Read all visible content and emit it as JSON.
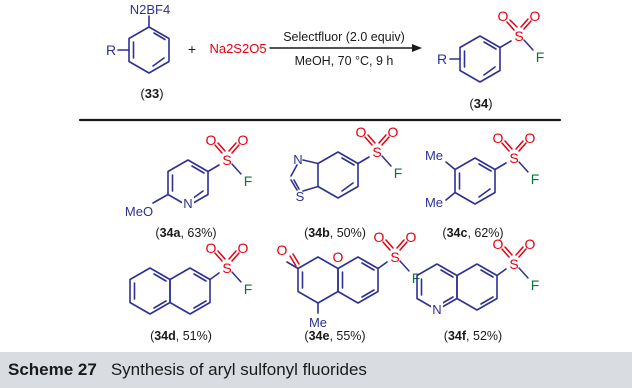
{
  "colors": {
    "bond": "#2e3192",
    "oxygen": "#e60012",
    "fluorine": "#007a3d",
    "text": "#1a1a1a",
    "caption_bg": "#d9dde1"
  },
  "reaction": {
    "reactant_group": "N2BF4",
    "reactant_r": "R",
    "reactant_label": "33",
    "plus": "+",
    "reagent": "Na2S2O5",
    "condition_top": "Selectfluor (2.0 equiv)",
    "condition_bottom": "MeOH, 70 °C, 9 h",
    "product_r": "R",
    "product_label": "34"
  },
  "products": [
    {
      "id": "34a",
      "yield": "63%",
      "substituent": "MeO",
      "hetero": "N"
    },
    {
      "id": "34b",
      "yield": "50%",
      "hetero_n": "N",
      "hetero_s": "S"
    },
    {
      "id": "34c",
      "yield": "62%",
      "me1": "Me",
      "me2": "Me"
    },
    {
      "id": "34d",
      "yield": "51%"
    },
    {
      "id": "34e",
      "yield": "55%",
      "carbonyl_o": "O",
      "ring_o": "O",
      "me": "Me"
    },
    {
      "id": "34f",
      "yield": "52%",
      "hetero": "N"
    }
  ],
  "atoms": {
    "S": "S",
    "O": "O",
    "F": "F"
  },
  "caption": {
    "number": "Scheme 27",
    "text": "Synthesis of aryl sulfonyl fluorides"
  }
}
